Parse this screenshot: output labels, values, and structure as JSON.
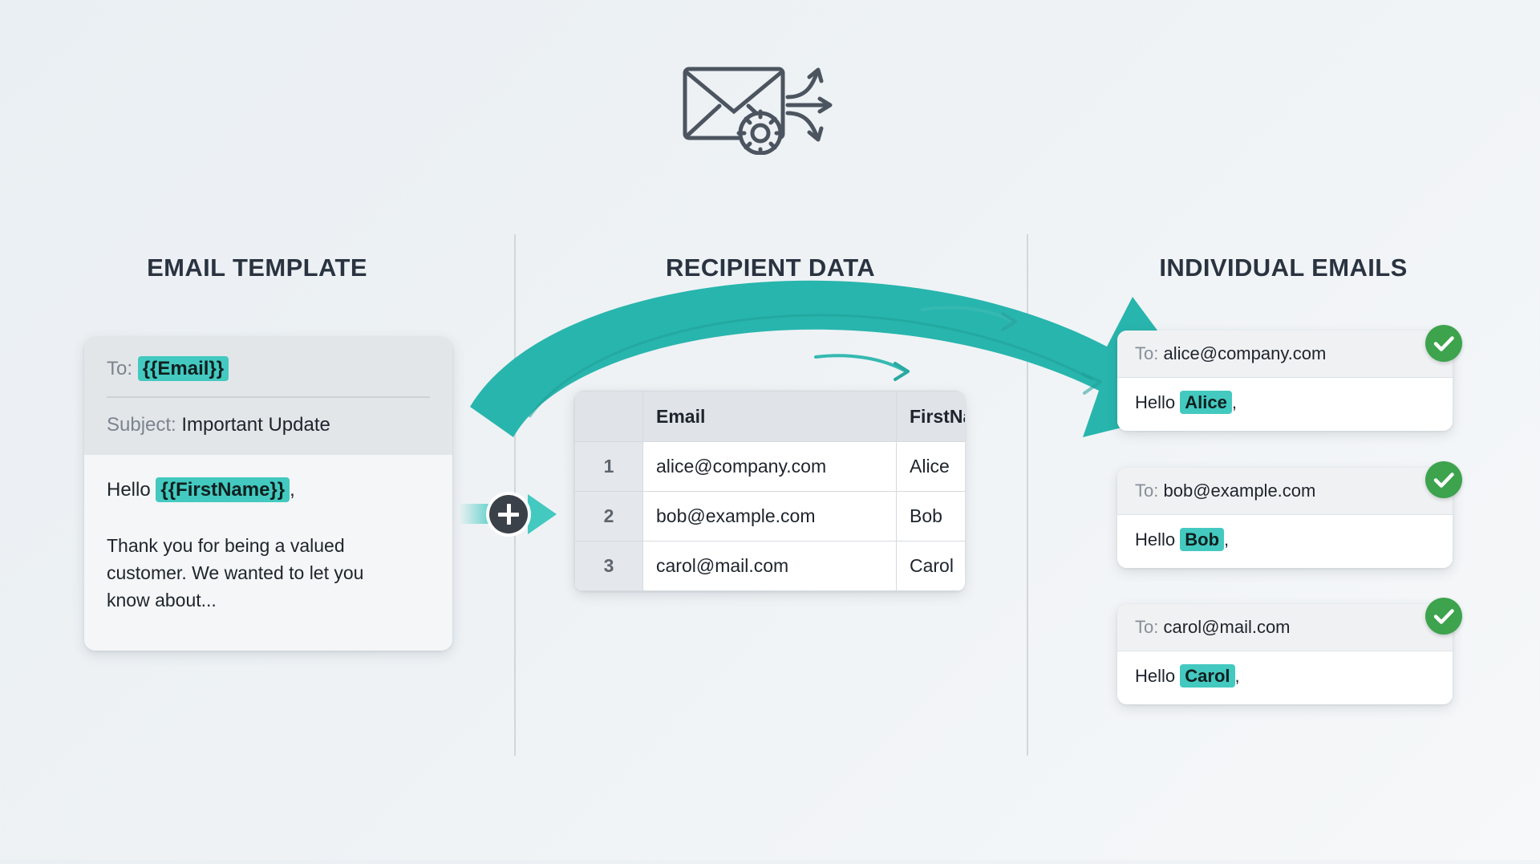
{
  "hero": {
    "icon": "envelope-gear-distribute-icon"
  },
  "columns": [
    {
      "id": "email-template",
      "title": "EMAIL TEMPLATE"
    },
    {
      "id": "recipient-data",
      "title": "RECIPIENT DATA"
    },
    {
      "id": "individual-emails",
      "title": "INDIVIDUAL EMAILS"
    }
  ],
  "template": {
    "to_label": "To:",
    "to_token": "{{Email}}",
    "subject_label": "Subject:",
    "subject_value": "Important Update",
    "greeting_prefix": "Hello",
    "greeting_token": "{{FirstName}}",
    "greeting_suffix": ",",
    "body_text": "Thank you for being a valued customer. We wanted to let you know about..."
  },
  "merge": {
    "plus_label": "+",
    "icon": "plus-merge-icon"
  },
  "table": {
    "headers": [
      "",
      "Email",
      "FirstName"
    ],
    "rows": [
      {
        "index": "1",
        "email": "alice@company.com",
        "firstname": "Alice"
      },
      {
        "index": "2",
        "email": "bob@example.com",
        "firstname": "Bob"
      },
      {
        "index": "3",
        "email": "carol@mail.com",
        "firstname": "Carol"
      }
    ]
  },
  "emails": [
    {
      "to_label": "To:",
      "to_value": "alice@company.com",
      "greeting_prefix": "Hello",
      "greeting_name": "Alice",
      "greeting_suffix": ",",
      "status": "sent"
    },
    {
      "to_label": "To:",
      "to_value": "bob@example.com",
      "greeting_prefix": "Hello",
      "greeting_name": "Bob",
      "greeting_suffix": ",",
      "status": "sent"
    },
    {
      "to_label": "To:",
      "to_value": "carol@mail.com",
      "greeting_prefix": "Hello",
      "greeting_name": "Carol",
      "greeting_suffix": ",",
      "status": "sent"
    }
  ],
  "colors": {
    "teal_arrow": "#28b5ad",
    "highlight": "#43c9c0",
    "check_green": "#3da34d",
    "heading": "#2a3340",
    "divider": "#d2d7dc",
    "background_start": "#eaeff3",
    "background_end": "#f6f8f9"
  }
}
